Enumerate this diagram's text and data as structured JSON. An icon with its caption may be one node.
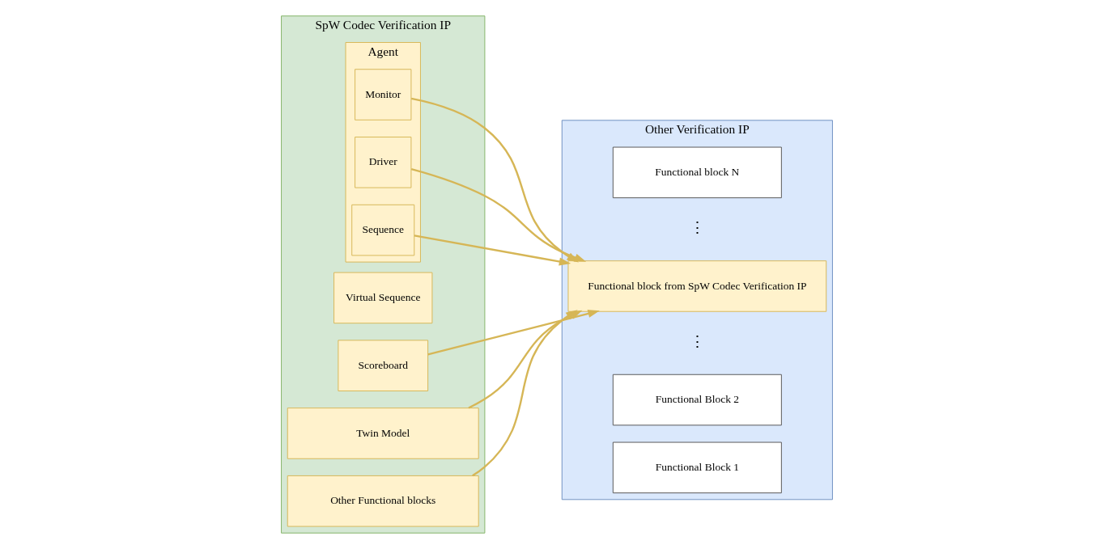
{
  "diagram": {
    "nodes": [
      {
        "text": [
          "SpW Codec Verification IP"
        ]
      },
      {
        "text": [
          "Virtual Sequence"
        ],
        "in": 0
      },
      {
        "text": [
          "Scoreboard"
        ],
        "in": 0
      },
      {
        "text": [
          "Agent"
        ],
        "in": 0
      },
      {
        "text": [
          "Monitor"
        ],
        "in": 3
      },
      {
        "text": [
          "Driver"
        ],
        "in": 3
      },
      {
        "text": [
          "Sequence"
        ],
        "in": 3
      },
      {
        "text": [
          "Twin Model"
        ],
        "in": 0
      },
      {
        "text": [
          "Other Functional blocks"
        ],
        "in": 0
      },
      {
        "text": [
          "Other Verification IP"
        ]
      },
      {
        "text": [
          "Functional Block 1"
        ],
        "in": 9
      },
      {
        "text": [
          "Functional Block 2"
        ],
        "in": 9
      },
      {
        "text": [
          "Functional block from SpW Codec Verification IP"
        ],
        "in": 9
      },
      {
        "text": [
          "Functional block N"
        ],
        "in": 9
      }
    ],
    "edges": [
      {
        "from": 2,
        "to": 12,
        "arrow": "to"
      },
      {
        "from": 6,
        "to": 12,
        "arrow": "to"
      },
      {
        "from": 5,
        "to": 12,
        "arrow": "to"
      },
      {
        "from": 4,
        "to": 12,
        "arrow": "to"
      },
      {
        "from": 7,
        "to": 12,
        "arrow": "to"
      },
      {
        "from": 8,
        "to": 12,
        "arrow": "to"
      }
    ],
    "labels": [
      "⋮",
      "⋮"
    ]
  }
}
